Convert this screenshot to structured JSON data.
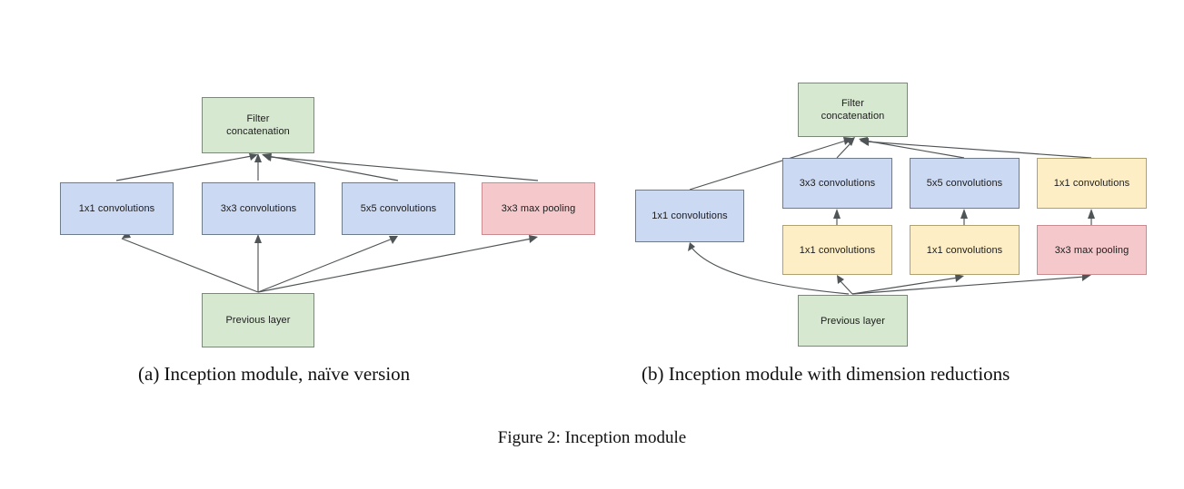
{
  "figure": {
    "caption": "Figure 2: Inception module",
    "subcaption_a": "(a) Inception module, naïve version",
    "subcaption_b": "(b) Inception module with dimension reductions"
  },
  "colors": {
    "green": "#d7e8d1",
    "blue": "#ccd9f2",
    "red": "#f5c9cc",
    "yellow": "#fdeec5",
    "edge": "#4f5456",
    "background": "#ffffff"
  },
  "diagram_a": {
    "name": "Inception module, naïve version",
    "nodes": {
      "filter_concat": "Filter\nconcatenation",
      "conv1x1": "1x1 convolutions",
      "conv3x3": "3x3 convolutions",
      "conv5x5": "5x5 convolutions",
      "maxpool3x3": "3x3 max pooling",
      "previous_layer": "Previous layer"
    }
  },
  "diagram_b": {
    "name": "Inception module with dimension reductions",
    "nodes": {
      "filter_concat": "Filter\nconcatenation",
      "conv1x1_direct": "1x1 convolutions",
      "conv3x3": "3x3 convolutions",
      "conv5x5": "5x5 convolutions",
      "conv1x1_after_pool": "1x1 convolutions",
      "reduce1x1_a": "1x1 convolutions",
      "reduce1x1_b": "1x1 convolutions",
      "maxpool3x3": "3x3 max pooling",
      "previous_layer": "Previous layer"
    }
  }
}
